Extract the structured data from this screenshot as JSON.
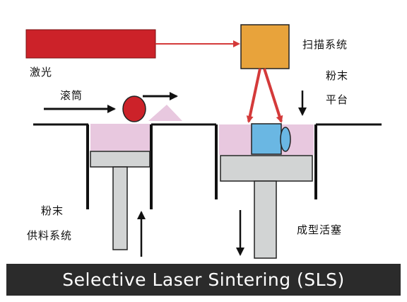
{
  "labels": {
    "laser": "激光",
    "scanner": "扫描系统",
    "powder_platform_line1": "粉末",
    "powder_platform_line2": "平台",
    "roller": "滚筒",
    "powder_feed_line1": "粉末",
    "powder_feed_line2": "供料系统",
    "build_piston": "成型活塞"
  },
  "footer": {
    "title": "Selective Laser Sintering (SLS)"
  },
  "colors": {
    "laser_red": "#cc2229",
    "scanner_orange": "#e8a33b",
    "beam_red": "#d43a3a",
    "powder_pink": "#e8c8df",
    "piston_gray": "#d2d4d4",
    "part_blue": "#6ab7e3",
    "footer_bg": "#2b2b2b"
  }
}
